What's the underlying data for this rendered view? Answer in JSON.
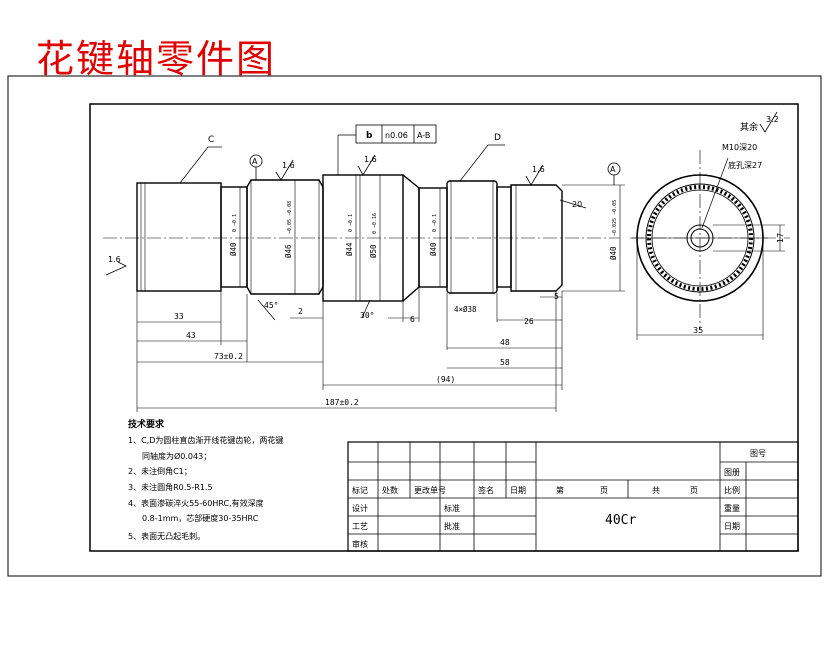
{
  "title": "花键轴零件图",
  "labels": {
    "c_top": "C",
    "d_top": "D",
    "datum_a1": "A",
    "datum_a2": "A",
    "ra_16_1": "1.6",
    "ra_16_2": "1.6",
    "ra_16_3": "1.6",
    "ra_16_4": "1.6",
    "ra_other_prefix": "其余",
    "ra_other_val": "3.2",
    "tol_b": "b",
    "tol_val": "n0.06",
    "tol_ref": "A-B",
    "m10_1": "M10深20",
    "m10_2": "底孔深27",
    "chamfer_20": "20",
    "dim_17": "17",
    "dim_35": "35"
  },
  "diameters": {
    "d1": "Ø40",
    "d1_tol": "0 −0.1",
    "d2": "Ø46",
    "d2_tol": "−0.05 −0.08",
    "d3": "Ø44",
    "d3_tol": "0 −0.1",
    "d4": "Ø50",
    "d4_tol": "0 −0.16",
    "d5": "Ø40",
    "d5_tol": "0 −0.1",
    "d6": "Ø40",
    "d6_tol": "−0.025 −0.05"
  },
  "dims": {
    "d33": "33",
    "d43": "43",
    "d73": "73±0.2",
    "d187": "187±0.2",
    "d2": "2",
    "d6": "6",
    "d4x": "4×Ø38",
    "d26": "26",
    "d48": "48",
    "d58": "58",
    "d94": "(94)",
    "d5": "5",
    "a45": "45°",
    "a30": "30°"
  },
  "notes": {
    "heading": "技术要求",
    "l1": "1、C,D为圆柱直齿渐开线花键齿轮，两花键",
    "l2": "同轴度为Ø0.043；",
    "l3": "2、未注倒角C1；",
    "l4": "3、未注圆角R0.5-R1.5",
    "l5": "4、表面渗碳淬火55-60HRC,有效深度",
    "l6": "0.8-1mm，芯部硬度30-35HRC",
    "l7": "5、表面无凸起毛刺。"
  },
  "titleblock": {
    "tuhao": "图号",
    "tuce": "图册",
    "biaoji": "标记",
    "chushu": "处数",
    "genggai": "更改单号",
    "qianming": "签名",
    "riqi": "日期",
    "di": "第",
    "ye1": "页",
    "gong": "共",
    "ye2": "页",
    "bili": "比例",
    "sheji": "设计",
    "biaozhun": "标准",
    "zhongliang": "重量",
    "gongyi": "工艺",
    "pizhun": "批准",
    "riqi2": "日期",
    "shenhe": "审核",
    "material": "40Cr"
  }
}
